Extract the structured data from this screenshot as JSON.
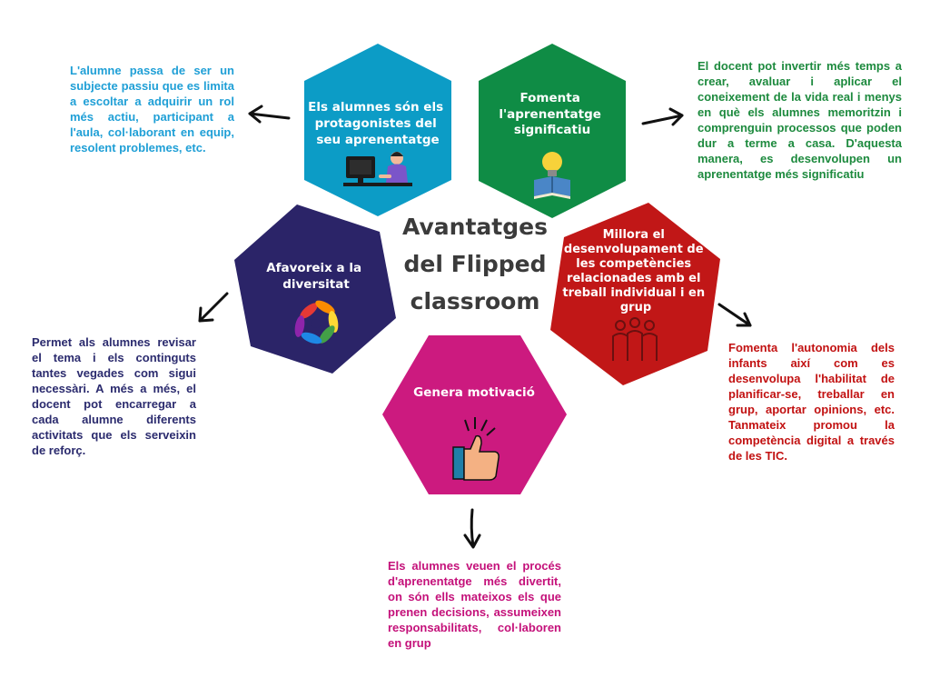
{
  "center_title": {
    "line1": "Avantatges",
    "line2": "del Flipped",
    "line3": "classroom"
  },
  "hexagons": {
    "protagonists": {
      "color": "#0c9cc6",
      "title": [
        "Els alumnes són els",
        "protagonistes del",
        "seu aprenentatge"
      ],
      "icon": "student-computer-icon"
    },
    "meaningful": {
      "color": "#0f8c45",
      "title": [
        "Fomenta",
        "l'aprenentatge",
        "significatiu"
      ],
      "icon": "lightbulb-book-icon"
    },
    "diversity": {
      "color": "#2b2468",
      "title": [
        "Afavoreix a la",
        "diversitat"
      ],
      "icon": "colorful-hands-icon"
    },
    "skills": {
      "color": "#c11717",
      "title": [
        "Millora el",
        "desenvolupament de",
        "les competències",
        "relacionades amb el",
        "treball individual i en",
        "grup"
      ],
      "icon": "group-people-icon"
    },
    "motivation": {
      "color": "#cc1a7f",
      "title": [
        "Genera motivació"
      ],
      "icon": "thumbs-up-icon"
    }
  },
  "descriptions": {
    "protagonists": "L'alumne passa de ser un subjecte passiu que es limita a escoltar a adquirir un rol més actiu, participant a l'aula, col·laborant en equip, resolent problemes, etc.",
    "meaningful": "El docent pot invertir més temps a crear, avaluar i aplicar el coneixement de la vida real i menys en què els alumnes memoritzin i comprenguin processos que poden dur a terme a casa. D'aquesta manera, es desenvolupen un aprenentatge més significatiu",
    "diversity": "Permet als alumnes revisar el tema i els continguts tantes vegades com sigui necessàri. A més a més, el docent pot encarregar a cada alumne diferents activitats que els serveixin de reforç.",
    "skills": "Fomenta l'autonomia dels infants així com es desenvolupa l'habilitat de planificar-se, treballar en grup, aportar opinions, etc. Tanmateix promou la competència digital a través de les TIC.",
    "motivation": "Els alumnes veuen el procés d'aprenentatge més divertit, on són ells mateixos els que prenen decisions, assumeixen responsabilitats, col·laboren en grup"
  },
  "colors": {
    "arrow": "#111111",
    "center_text": "#3b3b3b"
  }
}
